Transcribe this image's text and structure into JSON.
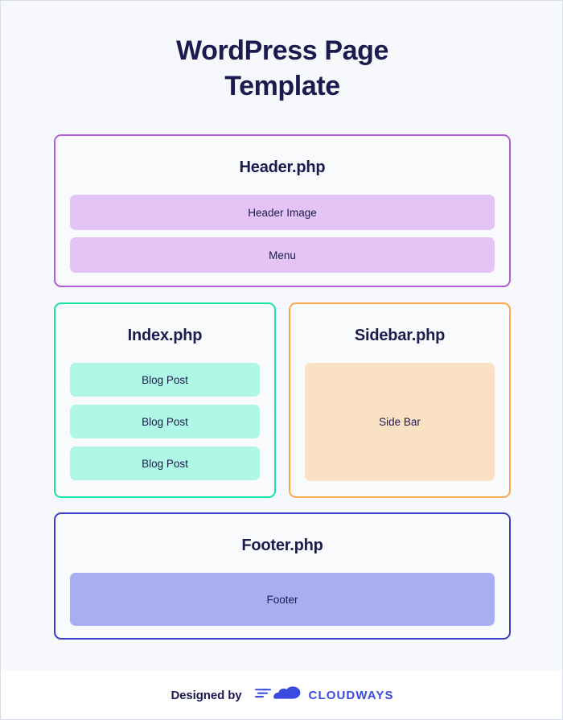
{
  "page": {
    "title_line1": "WordPress Page",
    "title_line2": "Template",
    "background": "#f7f8fb",
    "title_color": "#1b1b50"
  },
  "sections": [
    {
      "id": "header",
      "title": "Header.php",
      "border_color": "#b15ed2",
      "block_color": "#e3c4f5",
      "blocks": [
        {
          "label": "Header Image"
        },
        {
          "label": "Menu"
        }
      ]
    },
    {
      "id": "index",
      "title": "Index.php",
      "border_color": "#14e5a1",
      "block_color": "#aff8e5",
      "blocks": [
        {
          "label": "Blog Post"
        },
        {
          "label": "Blog Post"
        },
        {
          "label": "Blog Post"
        }
      ]
    },
    {
      "id": "sidebar",
      "title": "Sidebar.php",
      "border_color": "#fba84b",
      "block_color": "#fae1c3",
      "blocks": [
        {
          "label": "Side Bar"
        }
      ]
    },
    {
      "id": "footer",
      "title": "Footer.php",
      "border_color": "#3a3ec6",
      "block_color": "#a9aef3",
      "blocks": [
        {
          "label": "Footer"
        }
      ]
    }
  ],
  "branding": {
    "designed_by": "Designed by",
    "wordmark": "CLOUDWAYS",
    "logo_icon": "cloud-speed-icon",
    "logo_color": "#3b4ae0"
  }
}
